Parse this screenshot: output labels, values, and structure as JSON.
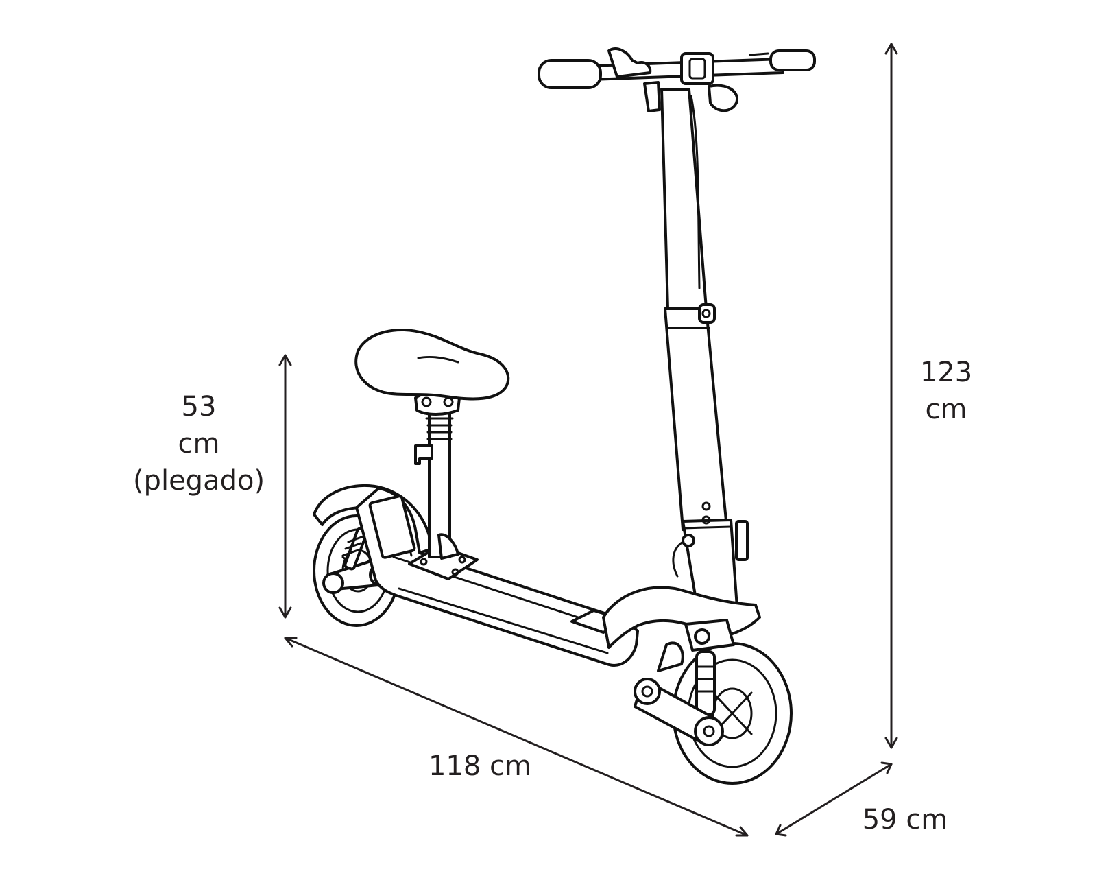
{
  "dimensions": {
    "seat_height": {
      "value": "53",
      "unit": "cm",
      "note": "(plegado)"
    },
    "total_height": {
      "value": "123",
      "unit": "cm"
    },
    "length": {
      "text": "118 cm"
    },
    "width": {
      "text": "59 cm"
    }
  },
  "colors": {
    "line": "#111111",
    "text": "#231f20",
    "background": "#ffffff"
  }
}
